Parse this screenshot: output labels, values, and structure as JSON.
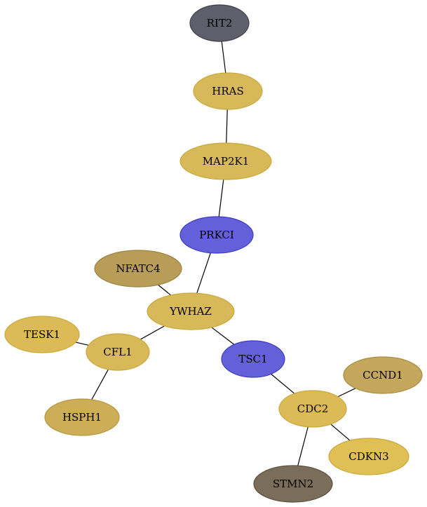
{
  "nodes": [
    {
      "id": "RIT2",
      "label": "RIT2",
      "fill": "#5e5f6b",
      "stroke": "#3d3e48"
    },
    {
      "id": "HRAS",
      "label": "HRAS",
      "fill": "#d8b95a",
      "stroke": "#c9a93c"
    },
    {
      "id": "MAP2K1",
      "label": "MAP2K1",
      "fill": "#d8b95a",
      "stroke": "#c9a93c"
    },
    {
      "id": "PRKCI",
      "label": "PRKCI",
      "fill": "#6460da",
      "stroke": "#3e3ac4"
    },
    {
      "id": "NFATC4",
      "label": "NFATC4",
      "fill": "#b89d59",
      "stroke": "#9c8340"
    },
    {
      "id": "YWHAZ",
      "label": "YWHAZ",
      "fill": "#d8b95a",
      "stroke": "#c9a93c"
    },
    {
      "id": "TESK1",
      "label": "TESK1",
      "fill": "#dcbb56",
      "stroke": "#c9a93c"
    },
    {
      "id": "CFL1",
      "label": "CFL1",
      "fill": "#d8b95a",
      "stroke": "#c9a93c"
    },
    {
      "id": "TSC1",
      "label": "TSC1",
      "fill": "#6460da",
      "stroke": "#3e3ac4"
    },
    {
      "id": "CCND1",
      "label": "CCND1",
      "fill": "#c4a65c",
      "stroke": "#a98c40"
    },
    {
      "id": "CDC2",
      "label": "CDC2",
      "fill": "#dcbb56",
      "stroke": "#c9a93c"
    },
    {
      "id": "HSPH1",
      "label": "HSPH1",
      "fill": "#cdae58",
      "stroke": "#b6973c"
    },
    {
      "id": "CDKN3",
      "label": "CDKN3",
      "fill": "#e0bf55",
      "stroke": "#c9a93c"
    },
    {
      "id": "STMN2",
      "label": "STMN2",
      "fill": "#7a6e5a",
      "stroke": "#5a503e"
    }
  ],
  "edges": [
    [
      "RIT2",
      "HRAS"
    ],
    [
      "HRAS",
      "MAP2K1"
    ],
    [
      "MAP2K1",
      "PRKCI"
    ],
    [
      "PRKCI",
      "YWHAZ"
    ],
    [
      "NFATC4",
      "YWHAZ"
    ],
    [
      "YWHAZ",
      "CFL1"
    ],
    [
      "YWHAZ",
      "TSC1"
    ],
    [
      "TESK1",
      "CFL1"
    ],
    [
      "CFL1",
      "HSPH1"
    ],
    [
      "TSC1",
      "CDC2"
    ],
    [
      "CDC2",
      "CCND1"
    ],
    [
      "CDC2",
      "CDKN3"
    ],
    [
      "CDC2",
      "STMN2"
    ]
  ]
}
